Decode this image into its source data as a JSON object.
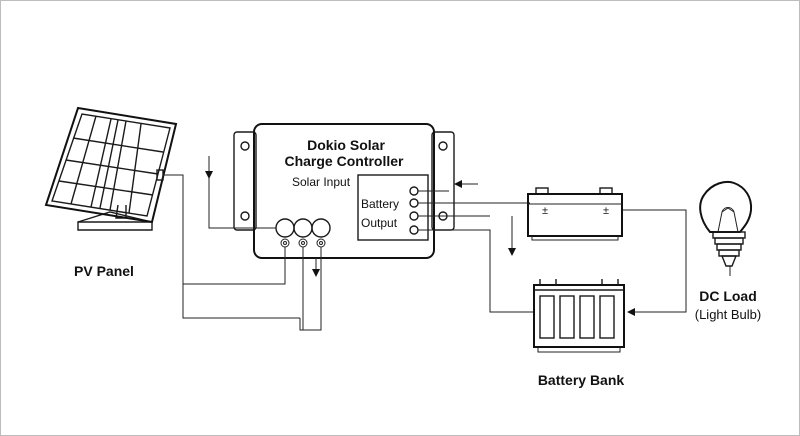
{
  "labels": {
    "controller_title_line1": "Dokio Solar",
    "controller_title_line2": "Charge Controller",
    "solar_input": "Solar Input",
    "battery": "Battery",
    "output": "Output",
    "pv_panel": "PV Panel",
    "battery_bank": "Battery Bank",
    "dc_load_line1": "DC Load",
    "dc_load_line2": "(Light Bulb)"
  },
  "colors": {
    "line": "#1a1a1a",
    "background": "#ffffff",
    "panel_fill": "#ffffff"
  },
  "icons": [
    "solar-panel-icon",
    "light-bulb-icon",
    "battery-icon",
    "battery-bank-icon"
  ]
}
